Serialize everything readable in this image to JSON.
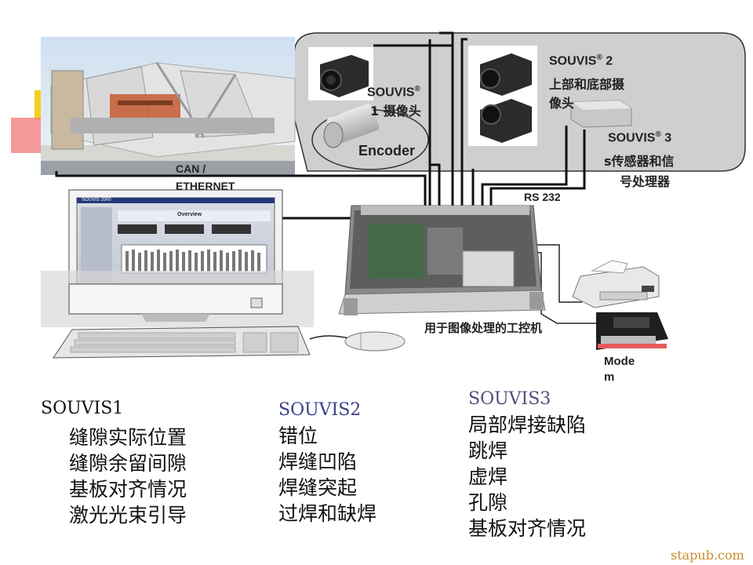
{
  "labels": {
    "souvis1_cam": "SOUVIS",
    "souvis1_reg": "®",
    "souvis1_sub": "1 摄像头",
    "encoder": "Encoder",
    "souvis2_title": "SOUVIS",
    "souvis2_reg": "®",
    "souvis2_num": " 2",
    "souvis2_sub1": "上部和底部摄",
    "souvis2_sub2": "像头",
    "souvis3_title": "SOUVIS",
    "souvis3_reg": "®",
    "souvis3_num": " 3",
    "souvis3_sub1": "s传感器和信",
    "souvis3_sub2": "号处理器",
    "can_ethernet_1": "CAN /",
    "can_ethernet_2": "ETHERNET",
    "rs232": "RS 232",
    "ipc": "用于图像处理的工控机",
    "modem_1": "Mode",
    "modem_2": "m"
  },
  "lists": {
    "souvis1": {
      "heading": "SOUVIS1",
      "items": [
        "缝隙实际位置",
        "缝隙余留间隙",
        "基板对齐情况",
        "激光光束引导"
      ]
    },
    "souvis2": {
      "heading": "SOUVIS2",
      "items": [
        "错位",
        "焊缝凹陷",
        "焊缝突起",
        "过焊和缺焊"
      ]
    },
    "souvis3": {
      "heading": "SOUVIS3",
      "items": [
        "局部焊接缺陷",
        "跳焊",
        "虚焊",
        "孔隙",
        "基板对齐情况"
      ]
    }
  },
  "watermark": "stapub.com",
  "monitor": {
    "app_title": "SOUVIS 2000",
    "header": "Overview"
  }
}
